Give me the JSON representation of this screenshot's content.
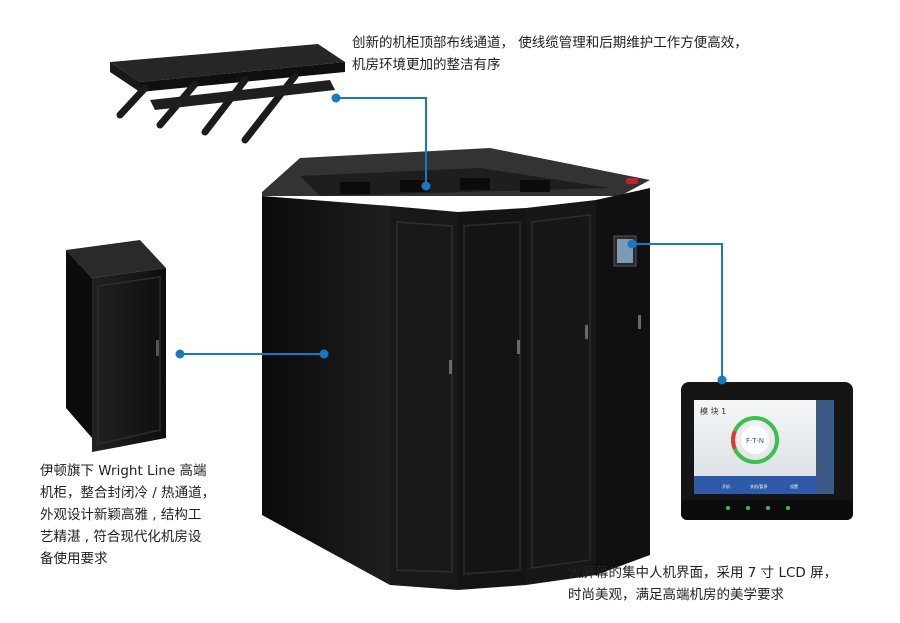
{
  "captions": {
    "top": [
      "创新的机柜顶部布线通道，  使线缆管理和后期维护工作方便高效，",
      "机房环境更加的整洁有序"
    ],
    "left": [
      "伊顿旗下 Wright Line 高端",
      "机柜，整合封闭冷 / 热通道，",
      "外观设计新颖高雅 , 结构工",
      "艺精湛 , 符合现代化机房设",
      "备使用要求"
    ],
    "right": [
      "大屏幕的集中人机界面，采用 7 寸 LCD 屏，",
      "时尚美观，满足高端机房的美学要求"
    ]
  },
  "screen": {
    "header": "模 块 1",
    "logo": "F·T·N",
    "buttons": [
      "开机",
      "关机/暂停",
      "设置"
    ]
  },
  "colors": {
    "callout": "#1a78c2",
    "cabinet": "#151515",
    "accent_green": "#3cc24a"
  }
}
